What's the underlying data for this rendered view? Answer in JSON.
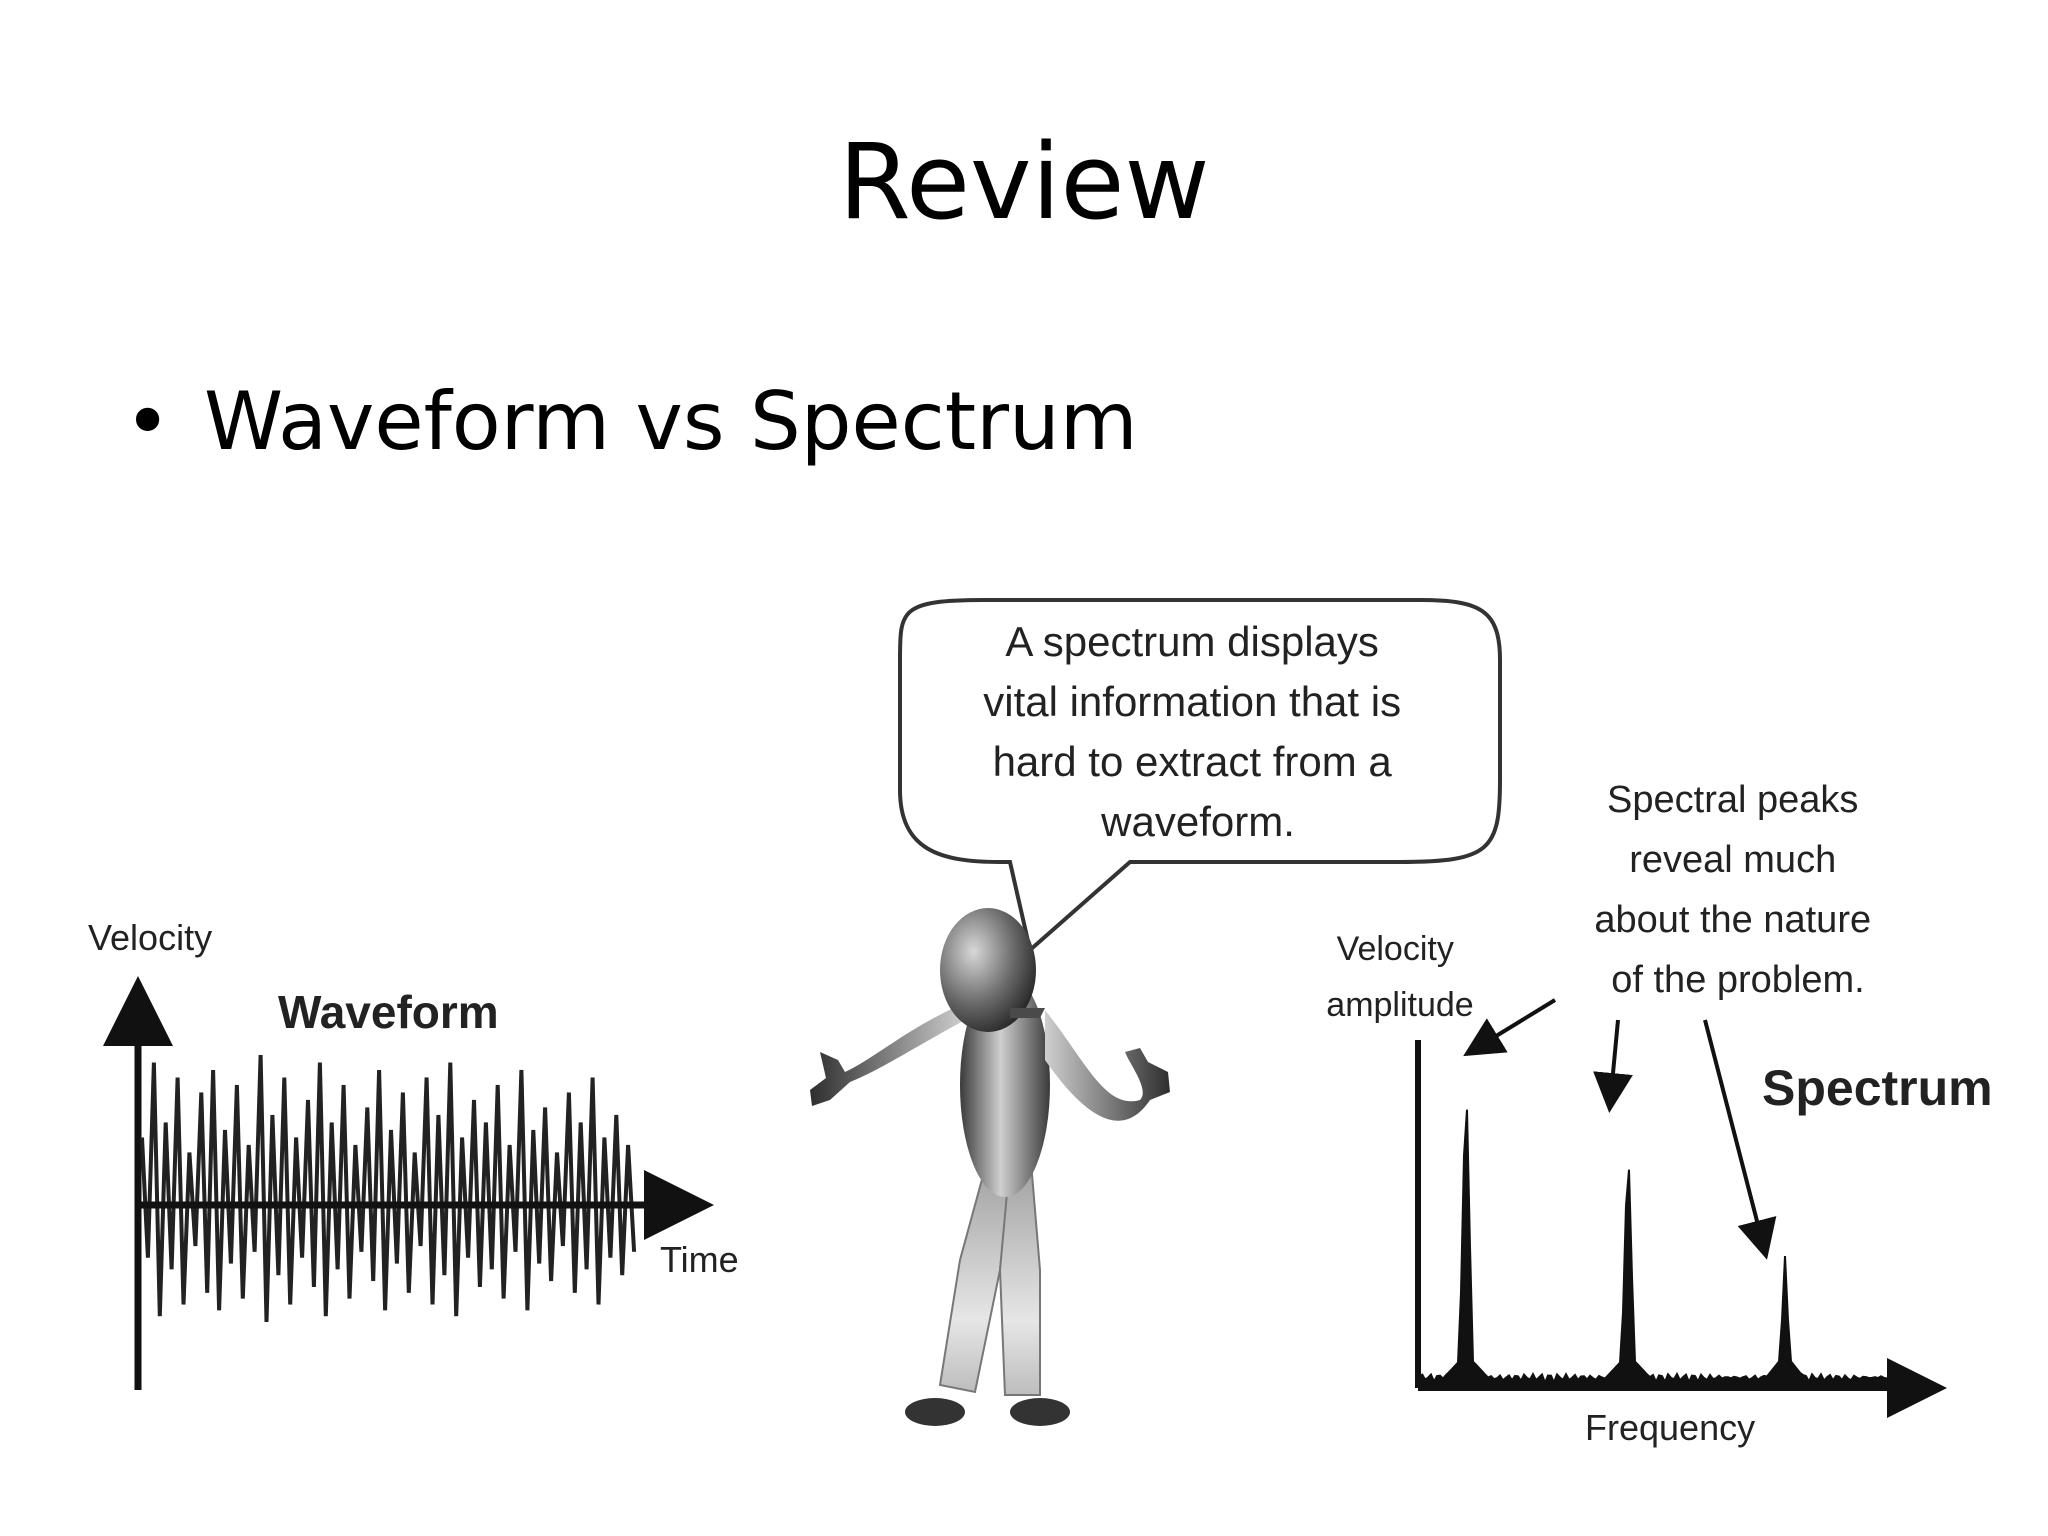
{
  "slide": {
    "title": "Review",
    "bullets": [
      {
        "marker": "•",
        "text": "Waveform vs Spectrum"
      }
    ]
  },
  "figure": {
    "waveform": {
      "y_axis_label": "Velocity",
      "title": "Waveform",
      "x_axis_label": "Time"
    },
    "speech_bubble": {
      "lines": [
        "A spectrum displays",
        "vital information that is",
        "hard to extract from a",
        "waveform."
      ]
    },
    "spectrum": {
      "y_axis_label_lines": [
        "Velocity",
        "amplitude"
      ],
      "title": "Spectrum",
      "x_axis_label": "Frequency",
      "annotation_lines": [
        "Spectral peaks",
        "reveal much",
        "about the nature",
        "of the problem."
      ]
    }
  }
}
